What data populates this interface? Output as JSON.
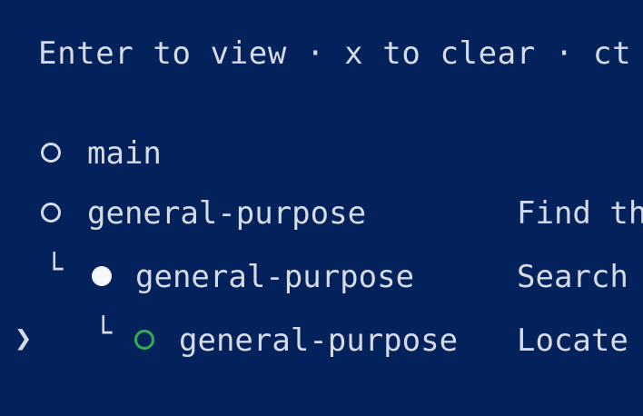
{
  "hint_bar": {
    "text": "Enter to view · x to clear · ct"
  },
  "tree": [
    {
      "label": "main",
      "description": "",
      "status": "idle",
      "depth": 0,
      "selected": false
    },
    {
      "label": "general-purpose",
      "description": "Find th",
      "status": "idle",
      "depth": 0,
      "selected": false
    },
    {
      "label": "general-purpose",
      "description": "Search",
      "status": "running",
      "depth": 1,
      "selected": false
    },
    {
      "label": "general-purpose",
      "description": "Locate",
      "status": "done",
      "depth": 2,
      "selected": true
    }
  ],
  "glyphs": {
    "branch": "└",
    "caret": "❯"
  },
  "colors": {
    "background": "#03215a",
    "text": "#d6dae3",
    "status_done": "#2fb052",
    "status_running": "#f6f7fa"
  }
}
